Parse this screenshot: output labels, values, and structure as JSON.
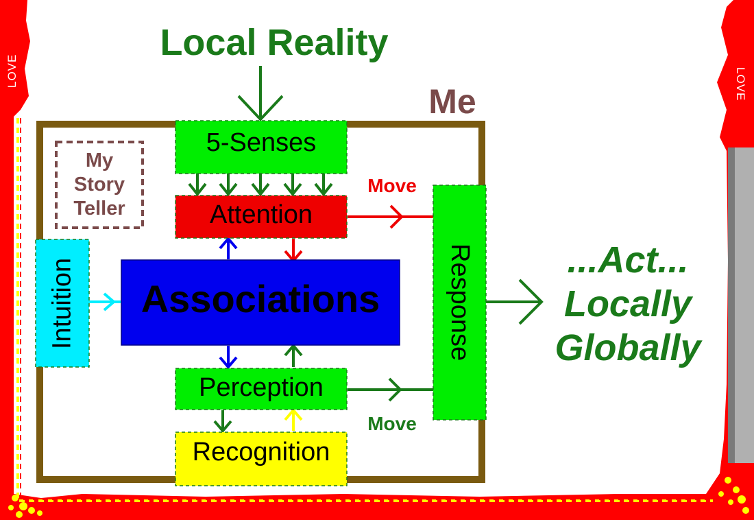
{
  "diagram": {
    "title": "Local Reality",
    "container_label": "Me",
    "side_label_left": "LOVE",
    "side_label_right": "LOVE",
    "story_teller": "My Story Teller",
    "nodes": {
      "senses": "5-Senses",
      "attention": "Attention",
      "associations": "Associations",
      "perception": "Perception",
      "recognition": "Recognition",
      "intuition": "Intuition",
      "response": "Response"
    },
    "edge_labels": {
      "attention_to_response": "Move",
      "perception_to_response": "Move"
    },
    "outcome": {
      "line1": "...Act...",
      "line2": "Locally",
      "line3": "Globally"
    }
  },
  "colors": {
    "green_text": "#1a7a1a",
    "red_border": "#ff0000",
    "yellow_border": "#ffff00",
    "frame_brown": "#7a5a10",
    "me_brown": "#7a4a4a",
    "node_green": "#00ee00",
    "node_red": "#ee0000",
    "node_blue": "#0000ee",
    "node_yellow": "#ffff00",
    "node_cyan": "#00eeff"
  }
}
